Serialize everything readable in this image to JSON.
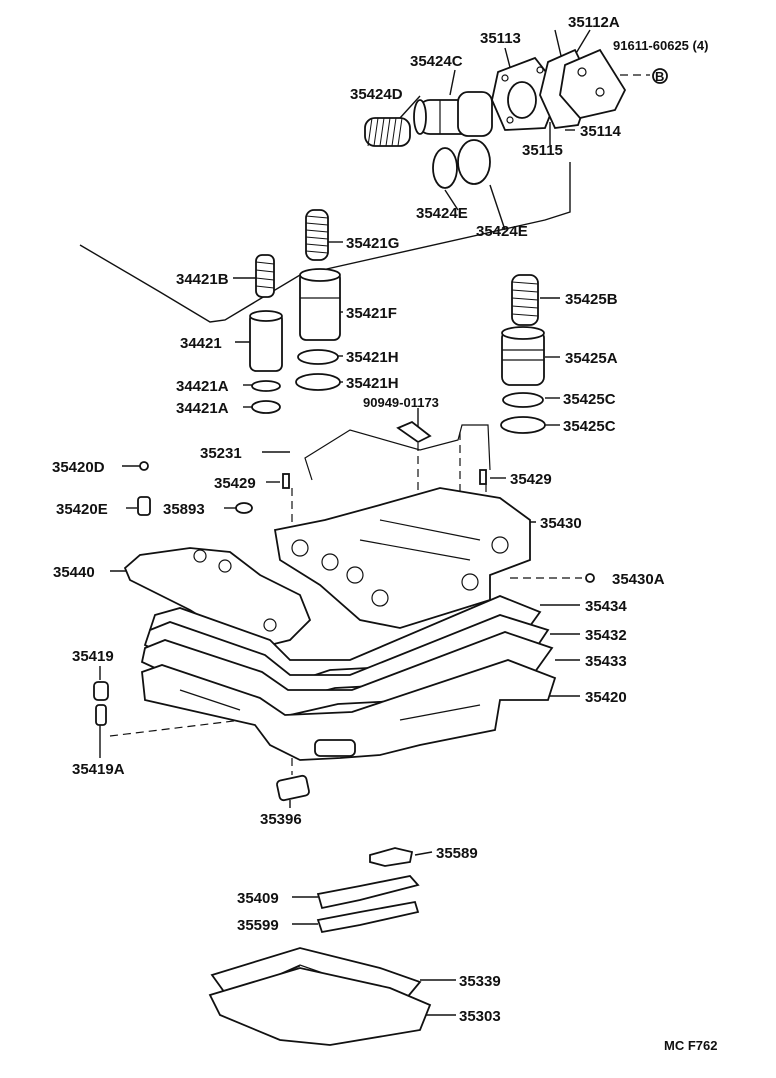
{
  "diagram": {
    "code": "MC F762",
    "labels": {
      "p35112A": "35112A",
      "p35113": "35113",
      "p91611": "91611-60625 (4)",
      "pB": "B",
      "p35424C": "35424C",
      "p35424D": "35424D",
      "p35114": "35114",
      "p35115": "35115",
      "p35424E1": "35424E",
      "p35424E2": "35424E",
      "p35421G": "35421G",
      "p34421B": "34421B",
      "p35421F": "35421F",
      "p34421": "34421",
      "p35421H1": "35421H",
      "p35421H2": "35421H",
      "p34421A1": "34421A",
      "p34421A2": "34421A",
      "p35425B": "35425B",
      "p35425A": "35425A",
      "p35425C1": "35425C",
      "p35425C2": "35425C",
      "p90949": "90949-01173",
      "p35231": "35231",
      "p35420D": "35420D",
      "p35429a": "35429",
      "p35429b": "35429",
      "p35420E": "35420E",
      "p35893": "35893",
      "p35430": "35430",
      "p35440": "35440",
      "p35430A": "35430A",
      "p35434": "35434",
      "p35432": "35432",
      "p35419": "35419",
      "p35433": "35433",
      "p35420": "35420",
      "p35419A": "35419A",
      "p35396": "35396",
      "p35589": "35589",
      "p35409": "35409",
      "p35599": "35599",
      "p35339": "35339",
      "p35303": "35303"
    }
  }
}
